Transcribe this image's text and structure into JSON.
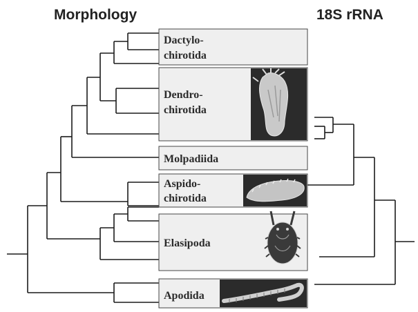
{
  "headers": {
    "left": "Morphology",
    "right": "18S rRNA"
  },
  "taxa": [
    {
      "id": "dactylochirotida",
      "lines": [
        "Dactylo-",
        "chirotida"
      ]
    },
    {
      "id": "dendrochirotida",
      "lines": [
        "Dendro-",
        "chirotida"
      ]
    },
    {
      "id": "molpadiida",
      "lines": [
        "Molpadiida"
      ]
    },
    {
      "id": "aspidochirotida",
      "lines": [
        "Aspido-",
        "chirotida"
      ]
    },
    {
      "id": "elasipoda",
      "lines": [
        "Elasipoda"
      ]
    },
    {
      "id": "apodida",
      "lines": [
        "Apodida"
      ]
    }
  ],
  "colors": {
    "line": "#1a1a1a",
    "box_fill": "#efefef",
    "photo_background": "#2b2b2b"
  },
  "icons": {
    "dendrochirotida": "sea-cucumber-dendrochirotid-photo",
    "aspidochirotida": "sea-cucumber-aspidochirotid-photo",
    "elasipoda": "sea-pig-elasipod-photo",
    "apodida": "worm-like-apodid-photo"
  }
}
